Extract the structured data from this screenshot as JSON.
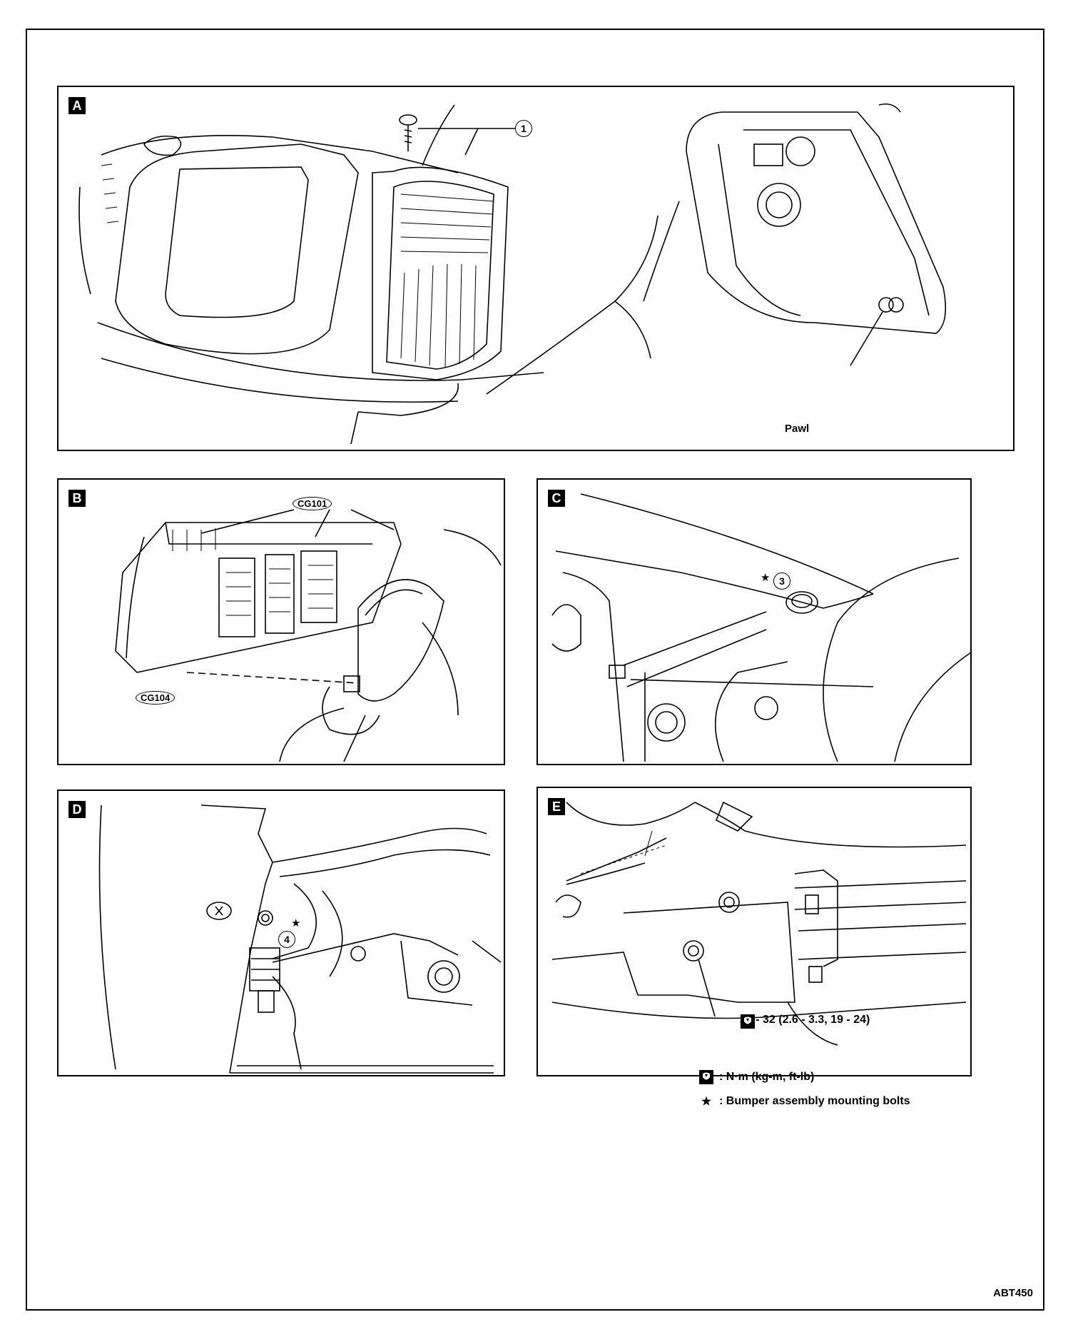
{
  "panels": {
    "a": {
      "tag": "A",
      "callout_1": "1",
      "pawl_label": "Pawl"
    },
    "b": {
      "tag": "B",
      "connector_top": "CG101",
      "connector_bottom": "CG104"
    },
    "c": {
      "tag": "C",
      "callout_3": "3"
    },
    "d": {
      "tag": "D",
      "callout_4": "4"
    },
    "e": {
      "tag": "E",
      "torque_spec": "25 - 32 (2.6 - 3.3, 19 - 24)"
    }
  },
  "legend": {
    "torque_units": ": N·m (kg-m, ft-lb)",
    "star_symbol": "★",
    "star_meaning": ": Bumper assembly mounting bolts"
  },
  "figure_code": "ABT450"
}
